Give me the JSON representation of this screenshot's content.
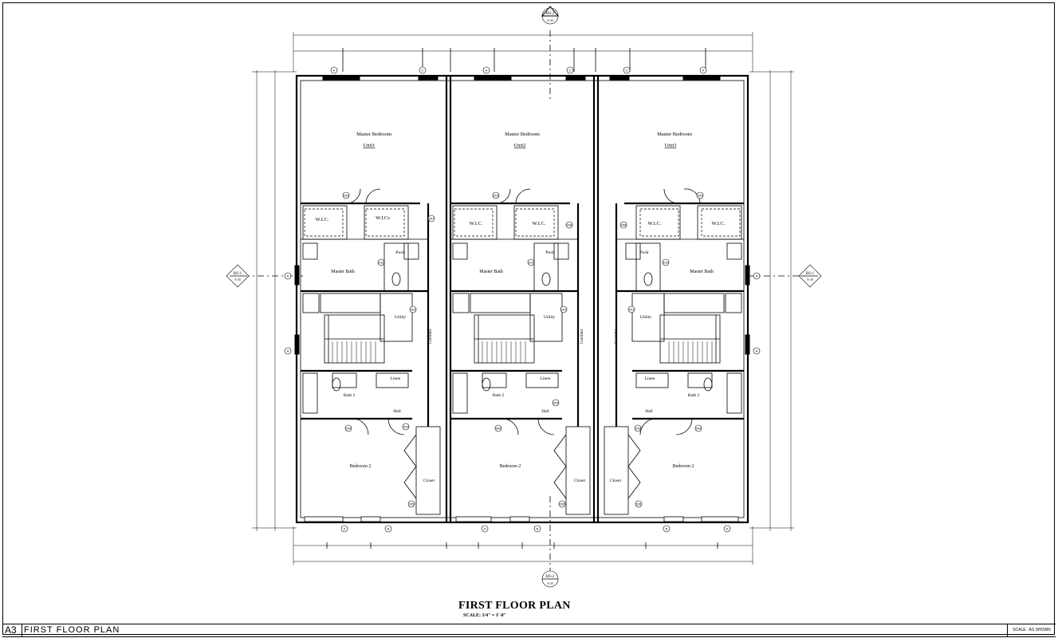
{
  "sheet": {
    "number": "A3",
    "name": "FIRST FLOOR PLAN",
    "scale_label": "SCALE :",
    "scale_value": "AS SHOWN"
  },
  "plan": {
    "title": "FIRST FLOOR PLAN",
    "scale": "SCALE: 1/4\" = 1'-0\""
  },
  "section_markers": {
    "top": {
      "id": "BS-2",
      "sheet": "A-35"
    },
    "bottom": {
      "id": "BS-2",
      "sheet": "A-35"
    },
    "left": {
      "id": "BS-1",
      "sheet": "A-35"
    },
    "right": {
      "id": "BS-1",
      "sheet": "A-35"
    }
  },
  "units": [
    {
      "unit_label": "Unit1",
      "rooms": {
        "master_bedroom": "Master Bedroom",
        "wic_a": "W.I.C.",
        "wic_b": "W.I.Cs",
        "master_bath": "Master Bath",
        "pwdr": "Pwdr",
        "utility": "Utility",
        "corridor": "Corridor",
        "bath2": "Bath 2",
        "linen": "Linen",
        "hall": "Hall",
        "bedroom2": "Bedroom 2",
        "closet": "Closet"
      }
    },
    {
      "unit_label": "Unit2",
      "rooms": {
        "master_bedroom": "Master Bedroom",
        "wic_a": "W.I.C.",
        "wic_b": "W.I.C.",
        "master_bath": "Master Bath",
        "pwdr": "Pwdr",
        "utility": "Utility",
        "corridor": "Corridor",
        "bath2": "Bath 2",
        "linen": "Linen",
        "hall": "Hall",
        "bedroom2": "Bedroom 2",
        "closet": "Closet"
      }
    },
    {
      "unit_label": "Unit3",
      "rooms": {
        "master_bedroom": "Master Bedroom",
        "wic_a": "W.I.C.",
        "wic_b": "W.I.C.",
        "master_bath": "Master Bath",
        "pwdr": "Pwdr",
        "utility": "Utility",
        "corridor": "Corridor",
        "bath2": "Bath 2",
        "linen": "Linen",
        "hall": "Hall",
        "bedroom2": "Bedroom 2",
        "closet": "Closet"
      }
    }
  ],
  "door_tags": {
    "a": "201",
    "b": "202",
    "c": "203",
    "d": "204",
    "e": "205",
    "f": "206",
    "g": "207",
    "h": "208",
    "i": "209",
    "j": "210"
  },
  "window_tags": {
    "a": "A",
    "b": "B",
    "c": "C"
  }
}
